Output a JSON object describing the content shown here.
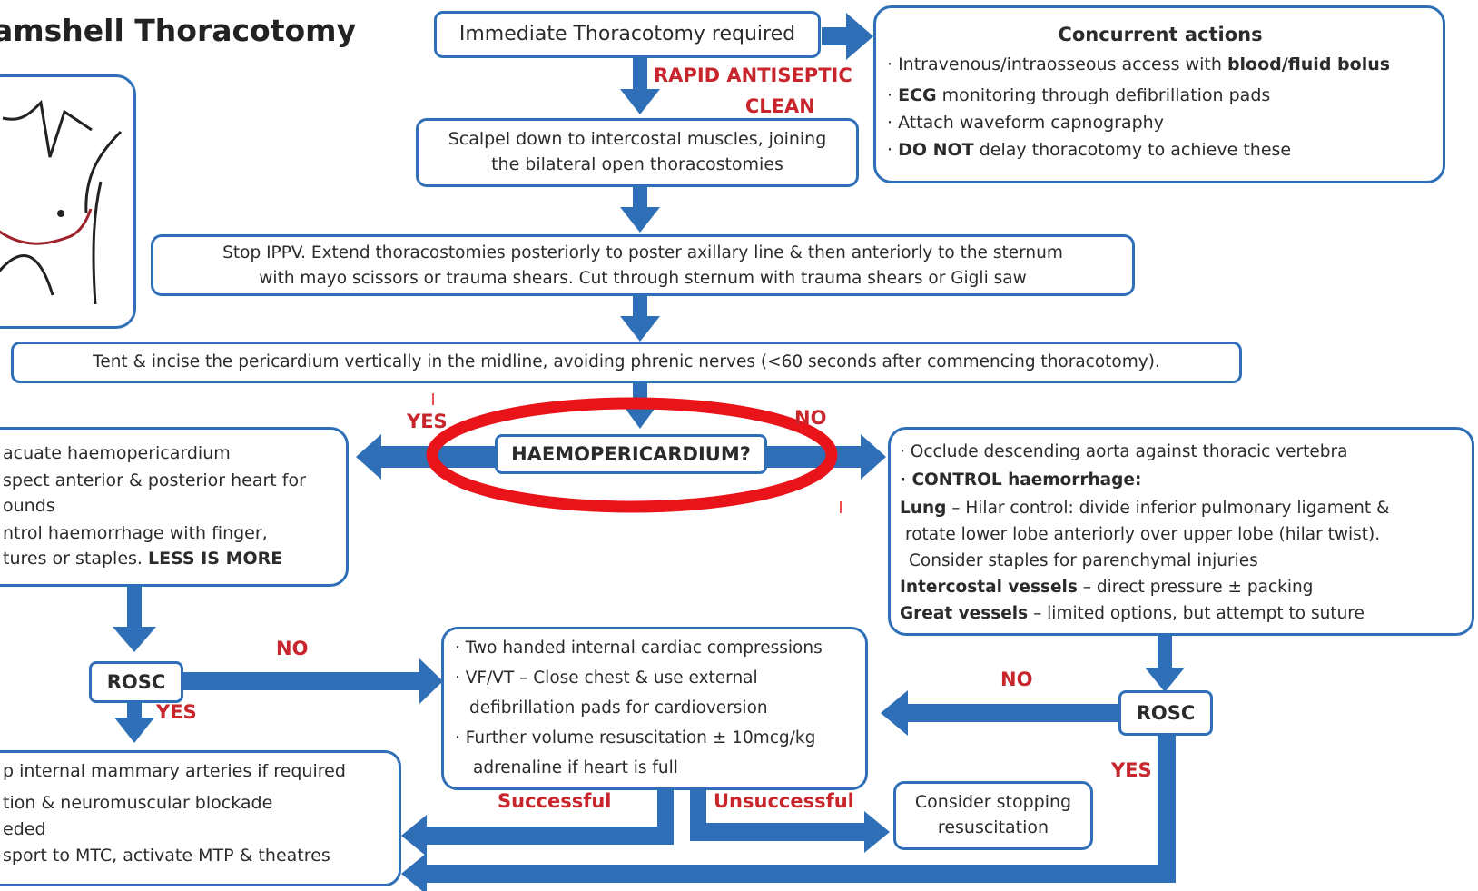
{
  "title": "amshell Thoracotomy",
  "colors": {
    "arrow": "#2f6fb7",
    "box_border": "#2f6fb7",
    "label_red": "#c8262c",
    "highlight_ellipse": "#e8141a"
  },
  "start": {
    "text": "Immediate Thoracotomy required"
  },
  "concurrent": {
    "heading": "Concurrent actions",
    "items": [
      {
        "pre": "· Intravenous/intraosseous access with ",
        "bold": "blood/fluid bolus",
        "post": ""
      },
      {
        "pre": "· ",
        "bold": "ECG",
        "post": " monitoring through defibrillation pads"
      },
      {
        "pre": "· Attach waveform capnography",
        "bold": "",
        "post": ""
      },
      {
        "pre": "· ",
        "bold": "DO NOT",
        "post": " delay thoracotomy to achieve these"
      }
    ]
  },
  "rapid_label": {
    "line1": "RAPID ANTISEPTIC",
    "line2": "CLEAN"
  },
  "scalpel": {
    "line1": "Scalpel down to intercostal muscles, joining",
    "line2": "the bilateral open thoracostomies"
  },
  "stop_ippv": {
    "line1": "Stop IPPV. Extend thoracostomies posteriorly to poster axillary line & then anteriorly to the sternum",
    "line2": "with mayo scissors or trauma shears. Cut through sternum with trauma shears or Gigli saw"
  },
  "tent": {
    "text": "Tent & incise the pericardium vertically in the midline, avoiding phrenic nerves (<60 seconds after commencing thoracotomy)."
  },
  "decision": {
    "text": "HAEMOPERICARDIUM?",
    "yes": "YES",
    "no": "NO"
  },
  "left_box": {
    "line1": "acuate haemopericardium",
    "line2": "spect anterior & posterior heart for",
    "line3": "ounds",
    "line4": "ntrol haemorrhage with finger,",
    "line5_pre": "tures or staples. ",
    "line5_bold": "LESS IS MORE"
  },
  "right_box": {
    "line1": "· Occlude descending aorta against thoracic vertebra",
    "line2": "· CONTROL haemorrhage:",
    "line3_bold": "Lung",
    "line3_rest": " – Hilar control: divide inferior pulmonary ligament &",
    "line4": "rotate lower lobe anteriorly over upper lobe (hilar twist).",
    "line5": "Consider staples for parenchymal injuries",
    "line6_bold": "Intercostal vessels",
    "line6_rest": " – direct pressure ± packing",
    "line7_bold": "Great vessels",
    "line7_rest": " – limited options, but attempt to suture"
  },
  "rosc_left": {
    "text": "ROSC",
    "no": "NO",
    "yes": "YES"
  },
  "compressions": {
    "line1": "· Two handed internal cardiac compressions",
    "line2": "· VF/VT – Close chest & use external",
    "line3": "defibrillation pads for cardioversion",
    "line4": "· Further volume resuscitation ± 10mcg/kg",
    "line5": "adrenaline if heart is full",
    "successful": "Successful",
    "unsuccessful": "Unsuccessful"
  },
  "rosc_right": {
    "text": "ROSC",
    "no": "NO",
    "yes": "YES"
  },
  "stopping": {
    "line1": "Consider stopping",
    "line2": "resuscitation"
  },
  "bottom_box": {
    "line1": "p internal mammary arteries if required",
    "line2": "tion & neuromuscular blockade",
    "line3": "eded",
    "line4": "sport to MTC, activate MTP & theatres"
  }
}
